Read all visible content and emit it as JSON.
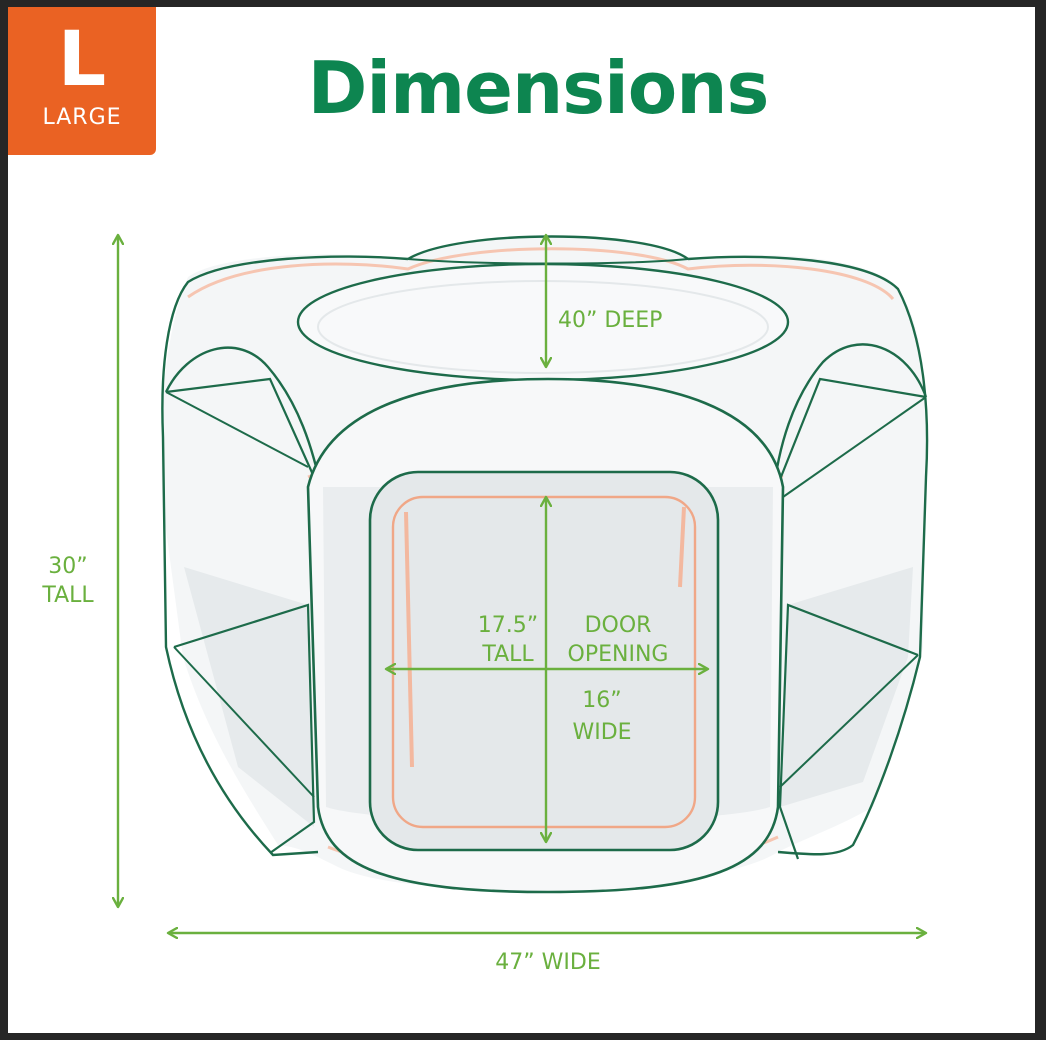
{
  "badge": {
    "letter": "L",
    "label": "LARGE"
  },
  "title": "Dimensions",
  "dimensions": {
    "depth": "40” DEEP",
    "height": {
      "value": "30”",
      "unit": "TALL"
    },
    "width": "47” WIDE",
    "door": {
      "tall_value": "17.5”",
      "tall_unit": "TALL",
      "label_top": "DOOR",
      "label_bottom": "OPENING",
      "wide_value": "16”",
      "wide_unit": "WIDE"
    }
  },
  "colors": {
    "badge": "#ea6223",
    "title": "#0d8550",
    "outline": "#1d6b4a",
    "dimension": "#6ab03e",
    "zipper": "#f0a787",
    "mesh": "#e9eced"
  }
}
